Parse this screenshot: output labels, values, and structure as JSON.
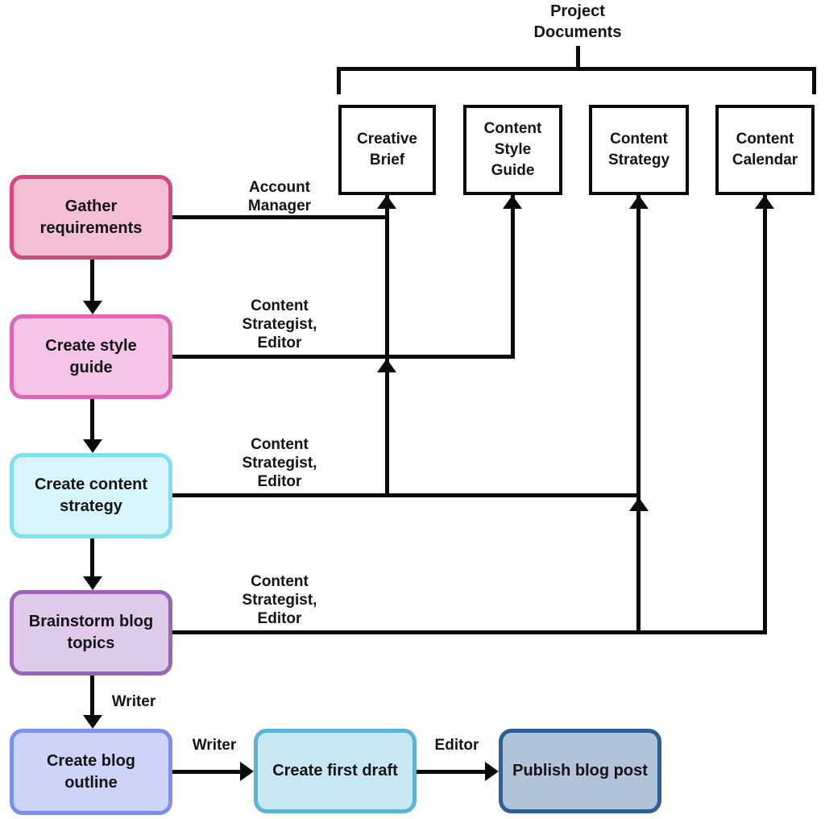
{
  "diagram": {
    "background": "#ffffff",
    "line_color": "#0a0a0a",
    "text_color": "#141414",
    "title": "Project\nDocuments",
    "documents": [
      {
        "label": "Creative\nBrief"
      },
      {
        "label": "Content\nStyle\nGuide"
      },
      {
        "label": "Content\nStrategy"
      },
      {
        "label": "Content\nCalendar"
      }
    ],
    "processes": [
      {
        "label": "Gather\nrequirements",
        "fill": "#f4bed4",
        "border": "#d5477f"
      },
      {
        "label": "Create style\nguide",
        "fill": "#f5c4e6",
        "border": "#de64b5"
      },
      {
        "label": "Create content\nstrategy",
        "fill": "#d8f4fc",
        "border": "#7fe0f2"
      },
      {
        "label": "Brainstorm blog\ntopics",
        "fill": "#decbe9",
        "border": "#9c64b6"
      },
      {
        "label": "Create blog\noutline",
        "fill": "#ccd4f8",
        "border": "#7e90ee"
      },
      {
        "label": "Create first draft",
        "fill": "#c7e7f3",
        "border": "#5cb3d6"
      },
      {
        "label": "Publish blog post",
        "fill": "#b2c3d9",
        "border": "#2e5f95"
      }
    ],
    "edge_labels": {
      "account_manager": "Account\nManager",
      "strategist_editor_1": "Content\nStrategist,\nEditor",
      "strategist_editor_2": "Content\nStrategist,\nEditor",
      "strategist_editor_3": "Content\nStrategist,\nEditor",
      "writer_down": "Writer",
      "writer_right": "Writer",
      "editor_right": "Editor"
    }
  }
}
